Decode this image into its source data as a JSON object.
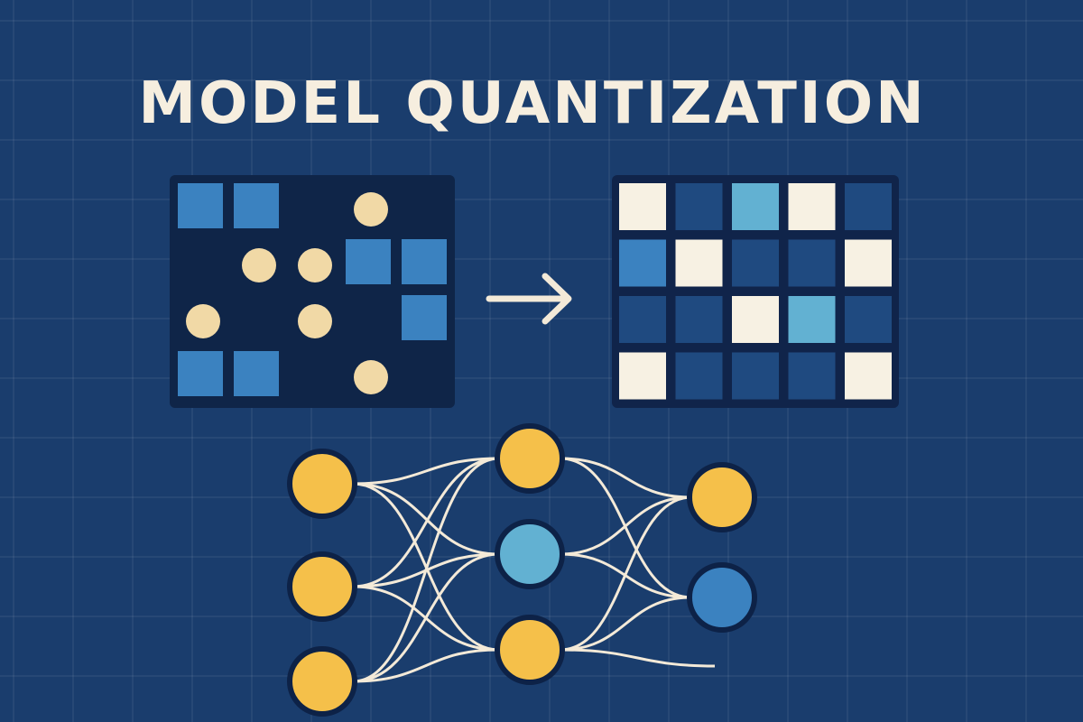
{
  "title": "MODEL QUANTIZATION",
  "colors": {
    "background": "#1a3d6d",
    "panel_dark": "#0f2548",
    "panel_right": "#10244a",
    "mid_blue": "#3b82c0",
    "light_blue": "#62b1d2",
    "dark_cell": "#1f4a80",
    "cream": "#f7f1e3",
    "tan_dot": "#f1d9a6",
    "yellow_node": "#f5c04a",
    "edge": "#f4ead8",
    "node_outline": "#0d2247"
  },
  "source_matrix": {
    "name": "full-precision-weights",
    "squares": [
      {
        "row": 0,
        "col": 0,
        "tone": "mid_blue"
      },
      {
        "row": 0,
        "col": 1,
        "tone": "mid_blue"
      },
      {
        "row": 1,
        "col": 3,
        "tone": "mid_blue"
      },
      {
        "row": 1,
        "col": 4,
        "tone": "mid_blue"
      },
      {
        "row": 2,
        "col": 4,
        "tone": "mid_blue"
      },
      {
        "row": 3,
        "col": 0,
        "tone": "mid_blue"
      },
      {
        "row": 3,
        "col": 1,
        "tone": "mid_blue"
      }
    ],
    "dots": [
      {
        "row": 0,
        "col": 3
      },
      {
        "row": 1,
        "col": 1
      },
      {
        "row": 1,
        "col": 2
      },
      {
        "row": 2,
        "col": 0
      },
      {
        "row": 2,
        "col": 2
      },
      {
        "row": 3,
        "col": 3
      }
    ]
  },
  "arrow": {
    "icon": "arrow-right-icon"
  },
  "quantized_matrix": {
    "name": "quantized-weights",
    "rows": [
      [
        "cream",
        "dark_cell",
        "light_blue",
        "cream",
        "dark_cell"
      ],
      [
        "mid_blue",
        "cream",
        "dark_cell",
        "dark_cell",
        "cream"
      ],
      [
        "dark_cell",
        "dark_cell",
        "cream",
        "light_blue",
        "dark_cell"
      ],
      [
        "cream",
        "dark_cell",
        "dark_cell",
        "dark_cell",
        "cream"
      ]
    ]
  },
  "network": {
    "layers": [
      [
        "yellow_node",
        "yellow_node",
        "yellow_node"
      ],
      [
        "yellow_node",
        "light_blue",
        "yellow_node"
      ],
      [
        "yellow_node",
        "mid_blue"
      ]
    ]
  }
}
